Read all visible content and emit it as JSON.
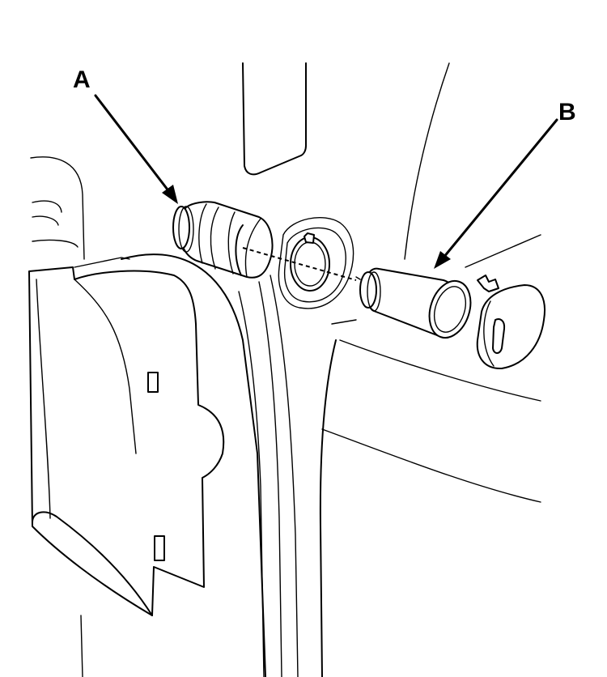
{
  "callouts": [
    {
      "id": "A",
      "label": "A"
    },
    {
      "id": "B",
      "label": "B"
    }
  ],
  "colors": {
    "line": "#000000",
    "background": "#ffffff"
  }
}
